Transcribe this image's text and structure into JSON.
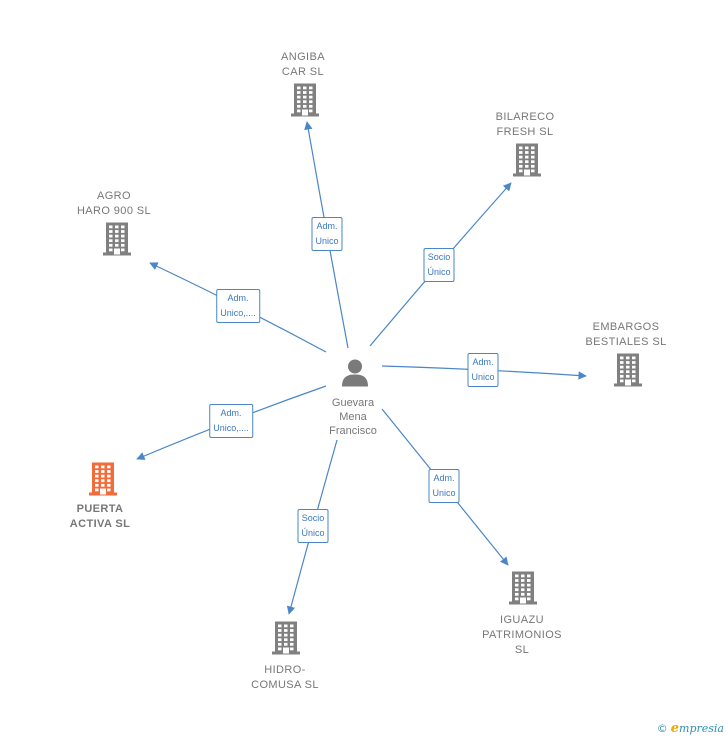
{
  "center": {
    "name": "Guevara\nMena\nFrancisco",
    "icon": "person-icon"
  },
  "companies": [
    {
      "id": "angiba",
      "label": "ANGIBA\nCAR  SL",
      "icon": "building-icon",
      "highlight": false
    },
    {
      "id": "bilareco",
      "label": "BILARECO\nFRESH  SL",
      "icon": "building-icon",
      "highlight": false
    },
    {
      "id": "agro",
      "label": "AGRO\nHARO 900 SL",
      "icon": "building-icon",
      "highlight": false
    },
    {
      "id": "embargos",
      "label": "EMBARGOS\nBESTIALES  SL",
      "icon": "building-icon",
      "highlight": false
    },
    {
      "id": "puerta",
      "label": "PUERTA\nACTIVA  SL",
      "icon": "building-icon",
      "highlight": true
    },
    {
      "id": "iguazu",
      "label": "IGUAZU\nPATRIMONIOS\nSL",
      "icon": "building-icon",
      "highlight": false
    },
    {
      "id": "hidro",
      "label": "HIDRO-\nCOMUSA  SL",
      "icon": "building-icon",
      "highlight": false
    }
  ],
  "relations": [
    {
      "to": "angiba",
      "label": "Adm.\nUnico"
    },
    {
      "to": "bilareco",
      "label": "Socio\nÚnico"
    },
    {
      "to": "agro",
      "label": "Adm.\nUnico,...."
    },
    {
      "to": "embargos",
      "label": "Adm.\nUnico"
    },
    {
      "to": "puerta",
      "label": "Adm.\nUnico,...."
    },
    {
      "to": "iguazu",
      "label": "Adm.\nUnico"
    },
    {
      "to": "hidro",
      "label": "Socio\nÚnico"
    }
  ],
  "colors": {
    "edge": "#4a86c8",
    "building": "#808080",
    "highlight": "#f26b3a",
    "brand": "#2f8fb3"
  },
  "brand": {
    "copyright": "©",
    "initial": "e",
    "rest": "mpresia"
  }
}
